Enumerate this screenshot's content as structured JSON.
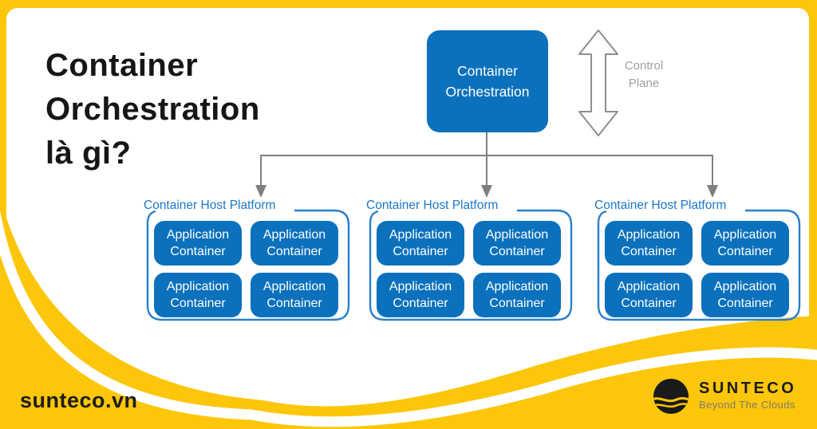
{
  "title": {
    "lines": [
      "Container",
      "Orchestration",
      "là gì?"
    ]
  },
  "orchestrator": {
    "label": "Container Orchestration"
  },
  "control_plane": {
    "label": "Control Plane"
  },
  "groups": [
    {
      "label": "Container Host Platform",
      "apps": [
        "Application Container",
        "Application Container",
        "Application Container",
        "Application Container"
      ]
    },
    {
      "label": "Container Host Platform",
      "apps": [
        "Application Container",
        "Application Container",
        "Application Container",
        "Application Container"
      ]
    },
    {
      "label": "Container Host Platform",
      "apps": [
        "Application Container",
        "Application Container",
        "Application Container",
        "Application Container"
      ]
    }
  ],
  "footer": {
    "website": "sunteco.vn",
    "brand": "SUNTECO",
    "tagline": "Beyond The Clouds"
  },
  "colors": {
    "brand_yellow": "#FCC60B",
    "primary_blue": "#0B71BC",
    "host_border_blue": "#2B7FCB",
    "host_label_blue": "#1C77C6",
    "connector_gray": "#7F7F7F",
    "arrow_outline_gray": "#8E8E8E",
    "control_label_gray": "#9E9E9E",
    "text_black": "#1D1D1B",
    "tagline_gray": "#7E7A66"
  }
}
